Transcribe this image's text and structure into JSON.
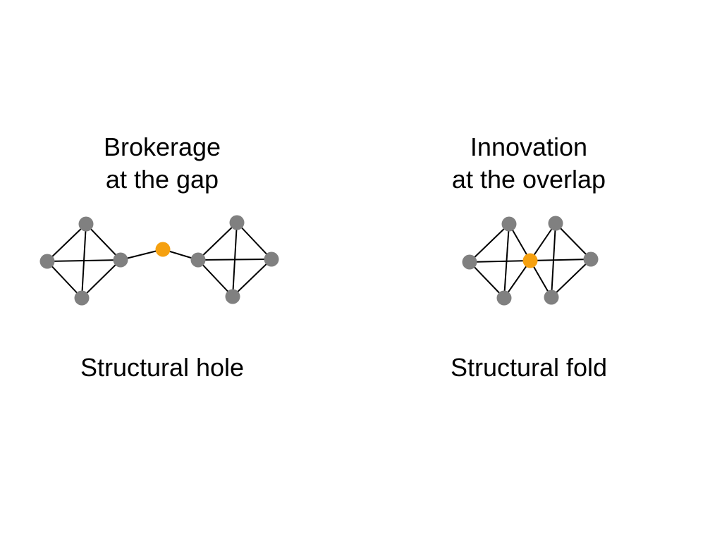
{
  "panels": {
    "hole": {
      "heading_line1": "Brokerage",
      "heading_line2": "at the gap",
      "caption": "Structural hole"
    },
    "fold": {
      "heading_line1": "Innovation",
      "heading_line2": "at the overlap",
      "caption": "Structural fold"
    }
  },
  "colors": {
    "node": "#808080",
    "broker_node": "#f5a00f",
    "edge": "#000000",
    "text": "#000000"
  }
}
